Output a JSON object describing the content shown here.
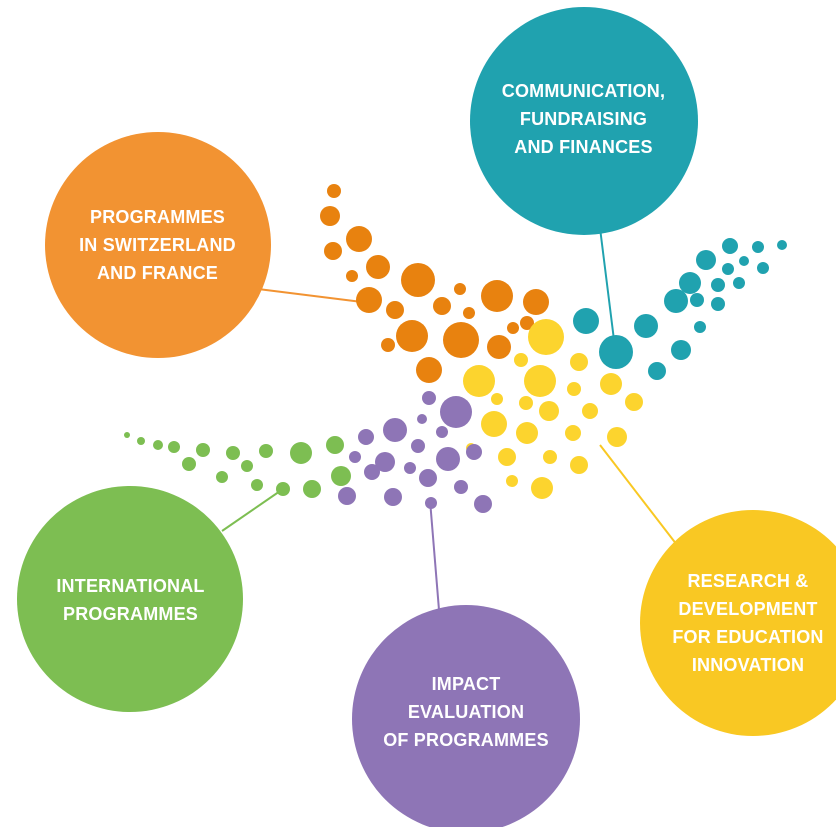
{
  "colors": {
    "orange": "#F29332",
    "teal": "#20A2AF",
    "green": "#7DBE52",
    "purple": "#8E75B6",
    "yellow": "#F9C823",
    "yellow_light": "#FCD42E",
    "orange_dark": "#E8820F"
  },
  "areas": {
    "switzerland_france": {
      "lines": [
        "PROGRAMMES",
        "IN SWITZERLAND",
        "AND FRANCE"
      ],
      "color": "#F29332"
    },
    "communication": {
      "lines": [
        "COMMUNICATION,",
        "FUNDRAISING",
        "AND FINANCES"
      ],
      "color": "#20A2AF"
    },
    "international": {
      "lines": [
        "INTERNATIONAL",
        "PROGRAMMES"
      ],
      "color": "#7DBE52"
    },
    "impact": {
      "lines": [
        "IMPACT",
        "EVALUATION",
        "OF PROGRAMMES"
      ],
      "color": "#8E75B6"
    },
    "research": {
      "lines": [
        "RESEARCH &",
        "DEVELOPMENT",
        "FOR EDUCATION",
        "INNOVATION"
      ],
      "color": "#F9C823"
    }
  }
}
